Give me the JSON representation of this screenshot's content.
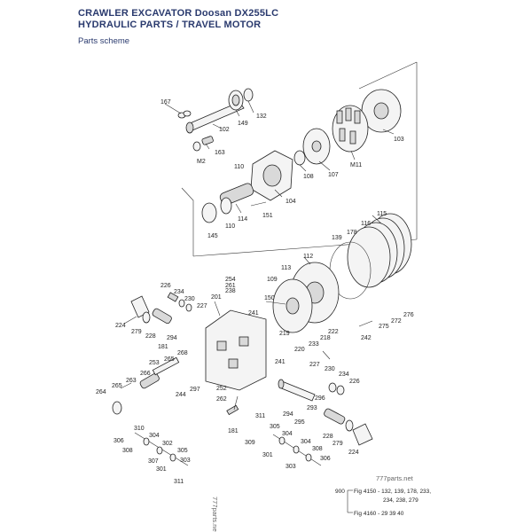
{
  "header": {
    "title_line1": "CRAWLER EXCAVATOR Doosan DX255LC",
    "title_line2": "HYDRAULIC PARTS / TRAVEL MOTOR",
    "subtitle": "Parts scheme"
  },
  "watermark": {
    "site": "777parts.net",
    "site_vertical": "777parts.net"
  },
  "figure_refs": {
    "group": "900",
    "ref1": "Fig 4150 - 132, 139, 178, 233,",
    "ref1b": "234, 238, 279",
    "ref2": "Fig 4160 -  29   39   40"
  },
  "part_labels": {
    "p167": "167",
    "p132": "132",
    "p149": "149",
    "p102": "102",
    "p163": "163",
    "pM2": "M2",
    "p103": "103",
    "pM11": "M11",
    "p107": "107",
    "p108": "108",
    "p110a": "110",
    "p104": "104",
    "p114": "114",
    "p151": "151",
    "p110b": "110",
    "p145": "145",
    "p115": "115",
    "p116": "116",
    "p178": "178",
    "p139": "139",
    "p112": "112",
    "p113": "113",
    "p109": "109",
    "p254": "254",
    "p261": "261",
    "p238": "238",
    "p201": "201",
    "p150": "150",
    "p226a": "226",
    "p234a": "234",
    "p230a": "230",
    "p227a": "227",
    "p224a": "224",
    "p279a": "279",
    "p228a": "228",
    "p294a": "294",
    "p181a": "181",
    "p268": "268",
    "p265a": "265",
    "p253": "253",
    "p266": "266",
    "p263": "263",
    "p265b": "265",
    "p264": "264",
    "p297": "297",
    "p244": "244",
    "p252": "252",
    "p262": "262",
    "p241a": "241",
    "p241b": "241",
    "p219": "219",
    "p222": "222",
    "p218": "218",
    "p233": "233",
    "p220": "220",
    "p276": "276",
    "p272": "272",
    "p275": "275",
    "p242": "242",
    "p227b": "227",
    "p230b": "230",
    "p234b": "234",
    "p226b": "226",
    "p296": "296",
    "p293": "293",
    "p294b": "294",
    "p295": "295",
    "p311a": "311",
    "p228b": "228",
    "p279b": "279",
    "p224b": "224",
    "p181b": "181",
    "p309": "309",
    "p305": "305",
    "p304a": "304",
    "p308a": "308",
    "p306a": "306",
    "p301a": "301",
    "p303a": "303",
    "p310": "310",
    "p306b": "306",
    "p308b": "308",
    "p304b": "304",
    "p302": "302",
    "p307": "307",
    "p305b": "305",
    "p303b": "303",
    "p301b": "301",
    "p311b": "311"
  }
}
